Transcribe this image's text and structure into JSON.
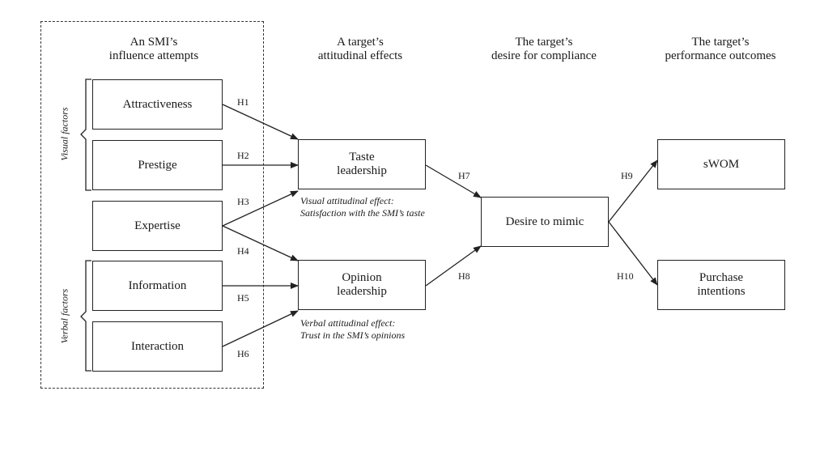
{
  "headers": {
    "col1": [
      "An SMI’s",
      "influence attempts"
    ],
    "col2": [
      "A target’s",
      "attitudinal effects"
    ],
    "col3": [
      "The target’s",
      "desire for compliance"
    ],
    "col4": [
      "The target’s",
      "performance outcomes"
    ]
  },
  "side_labels": {
    "visual": "Visual factors",
    "verbal": "Verbal factors"
  },
  "nodes": {
    "attractiveness": [
      "Attractiveness"
    ],
    "prestige": [
      "Prestige"
    ],
    "expertise": [
      "Expertise"
    ],
    "information": [
      "Information"
    ],
    "interaction": [
      "Interaction"
    ],
    "taste": [
      "Taste",
      "leadership"
    ],
    "opinion": [
      "Opinion",
      "leadership"
    ],
    "desire": [
      "Desire to mimic"
    ],
    "swom": [
      "sWOM"
    ],
    "purchase": [
      "Purchase",
      "intentions"
    ]
  },
  "notes": {
    "visual": [
      "Visual attitudinal effect:",
      "Satisfaction with the SMI’s taste"
    ],
    "verbal": [
      "Verbal attitudinal effect:",
      "Trust in the SMI’s opinions"
    ]
  },
  "hypotheses": {
    "h1": "H1",
    "h2": "H2",
    "h3": "H3",
    "h4": "H4",
    "h5": "H5",
    "h6": "H6",
    "h7": "H7",
    "h8": "H8",
    "h9": "H9",
    "h10": "H10"
  }
}
